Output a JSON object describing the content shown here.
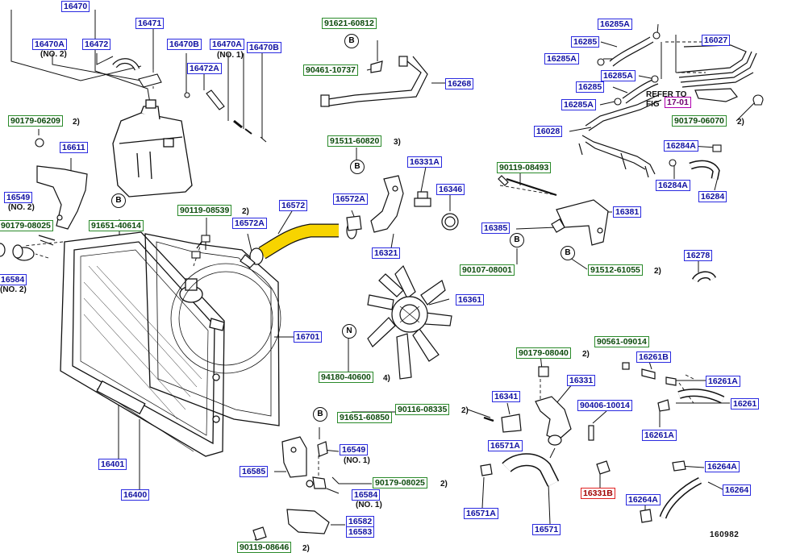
{
  "diagram": {
    "figure_code": "160982",
    "refer_note": "REFER TO",
    "fig_prefix": "FIG",
    "labels": {
      "p16470": "16470",
      "p16471": "16471",
      "p16470A": "16470A",
      "p16472": "16472",
      "p16470B_1": "16470B",
      "p16470A_2": "16470A",
      "p16470B_2": "16470B",
      "p16472A": "16472A",
      "p90179_06209": "90179-06209",
      "p16611": "16611",
      "p16549_left": "16549",
      "p90179_08025_left": "90179-08025",
      "p91651_40614": "91651-40614",
      "p16584_left": "16584",
      "p91621_60812": "91621-60812",
      "p90461_10737": "90461-10737",
      "p16268": "16268",
      "p91511_60820": "91511-60820",
      "p16331A": "16331A",
      "p16346": "16346",
      "p16572": "16572",
      "p16572A_1": "16572A",
      "p90119_08539": "90119-08539",
      "p16572A_2": "16572A",
      "p16321": "16321",
      "p16361": "16361",
      "p16701": "16701",
      "p94180_40600": "94180-40600",
      "p16401": "16401",
      "p16400": "16400",
      "p16285A_1": "16285A",
      "p16285_1": "16285",
      "p16285A_2": "16285A",
      "p16027": "16027",
      "p16285A_3": "16285A",
      "p16285_2": "16285",
      "p16285A_4": "16285A",
      "p17_01": "17-01",
      "p90179_06070": "90179-06070",
      "p16028": "16028",
      "p16284A_1": "16284A",
      "p16284A_2": "16284A",
      "p16284": "16284",
      "p90119_08493": "90119-08493",
      "p16381": "16381",
      "p16385": "16385",
      "p90107_08001": "90107-08001",
      "p91512_61055": "91512-61055",
      "p16278": "16278",
      "p90561_09014": "90561-09014",
      "p90179_08040": "90179-08040",
      "p16261B": "16261B",
      "p16331": "16331",
      "p16261A_1": "16261A",
      "p90406_10014": "90406-10014",
      "p16261": "16261",
      "p16261A_2": "16261A",
      "p16341": "16341",
      "p90116_08335": "90116-08335",
      "p91651_60850": "91651-60850",
      "p16571A_1": "16571A",
      "p16264A_1": "16264A",
      "p16264": "16264",
      "p16549_mid": "16549",
      "p16585": "16585",
      "p90179_08025_mid": "90179-08025",
      "p16584_mid": "16584",
      "p16331B": "16331B",
      "p16264A_2": "16264A",
      "p16571A_2": "16571A",
      "p16571": "16571",
      "p16582": "16582",
      "p16583": "16583",
      "p90119_08646": "90119-08646"
    },
    "notes": {
      "no2_a": "(NO. 2)",
      "no1_a": "(NO. 1)",
      "no2_b": "(NO. 2)",
      "no2_c": "(NO. 2)",
      "no1_b": "(NO. 1)",
      "no1_c": "(NO. 1)",
      "q2": "2)",
      "q3": "3)",
      "q4": "4)"
    },
    "callouts": {
      "b": "B",
      "n": "N"
    },
    "colors": {
      "part_box": "#2a2ae0",
      "std_box": "#2a8a2a",
      "highlight_box": "#e02020",
      "ref_box": "#b000b0",
      "hose_highlight": "#f7d400"
    }
  }
}
